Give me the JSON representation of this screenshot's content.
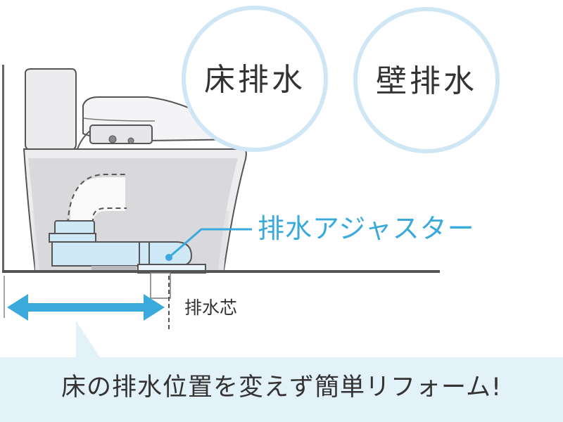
{
  "circles": {
    "floor_drain": "床排水",
    "wall_drain": "壁排水"
  },
  "labels": {
    "drain_adjuster": "排水アジャスター",
    "drain_center": "排水芯"
  },
  "banner": {
    "text": "床の排水位置を変えず簡単リフォーム!"
  },
  "colors": {
    "accent_blue": "#3aa9dc",
    "light_blue": "#cfe6f4",
    "banner_bg": "#e3f1f9",
    "text": "#333333"
  },
  "icons": {
    "toilet": "toilet-illustration",
    "arrow": "double-arrow-icon"
  }
}
